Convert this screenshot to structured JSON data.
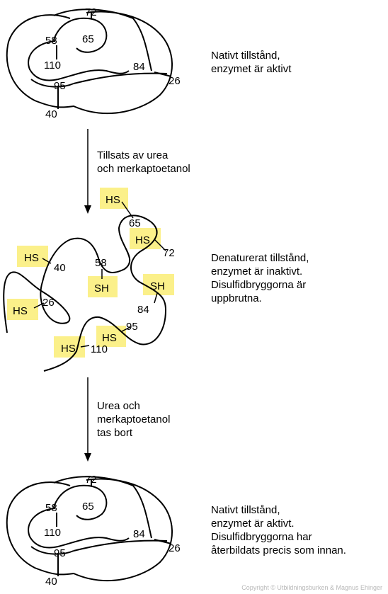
{
  "states": {
    "native_top": {
      "residues": [
        "72",
        "65",
        "58",
        "110",
        "84",
        "26",
        "95",
        "40"
      ],
      "lines": [
        "Nativt tillstånd,",
        "enzymet är aktivt"
      ]
    },
    "denatured": {
      "residue_numbers": [
        "65",
        "72",
        "58",
        "40",
        "26",
        "84",
        "95",
        "110"
      ],
      "sh_groups": [
        "HS",
        "HS",
        "HS",
        "SH",
        "SH",
        "HS",
        "HS",
        "HS"
      ],
      "lines": [
        "Denaturerat tillstånd,",
        "enzymet är inaktivt.",
        "Disulfidbryggorna är",
        "uppbrutna."
      ]
    },
    "native_bottom": {
      "residues": [
        "72",
        "65",
        "58",
        "110",
        "84",
        "26",
        "95",
        "40"
      ],
      "lines": [
        "Nativt tillstånd,",
        "enzymet är aktivt.",
        "Disulfidbryggorna har",
        "återbildats precis som innan."
      ]
    }
  },
  "arrows": {
    "first": {
      "lines": [
        "Tillsats av urea",
        "och merkaptoetanol"
      ]
    },
    "second": {
      "lines": [
        "Urea och",
        "merkaptoetanol",
        "tas bort"
      ]
    }
  },
  "copyright": "Copyright © Utbildningsburken & Magnus Ehinger",
  "colors": {
    "highlight": "#fbf08a",
    "line": "#000000",
    "text": "#000000"
  }
}
